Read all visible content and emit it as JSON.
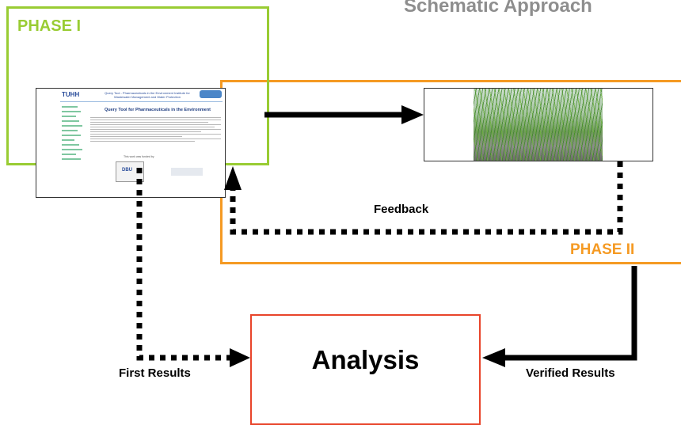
{
  "title": "Schematic Approach",
  "phase1": {
    "label": "PHASE I"
  },
  "phase2": {
    "label": "PHASE II"
  },
  "analysis": {
    "label": "Analysis"
  },
  "labels": {
    "feedback": "Feedback",
    "first_results": "First Results",
    "verified_results": "Verified Results"
  },
  "web_thumbnail": {
    "logo": "TUHH",
    "header": "Query Tool - Pharmaceuticals in the Environment Institute for Wastewater Management and Water Protection",
    "page_title": "Query Tool for Pharmaceuticals in the Environment",
    "funded_by": "This work was funded by",
    "partner_logo": "DBU"
  },
  "colors": {
    "phase1": "#99cc33",
    "phase2": "#f59a23",
    "analysis": "#e8442a",
    "title": "#8e8e8e"
  }
}
